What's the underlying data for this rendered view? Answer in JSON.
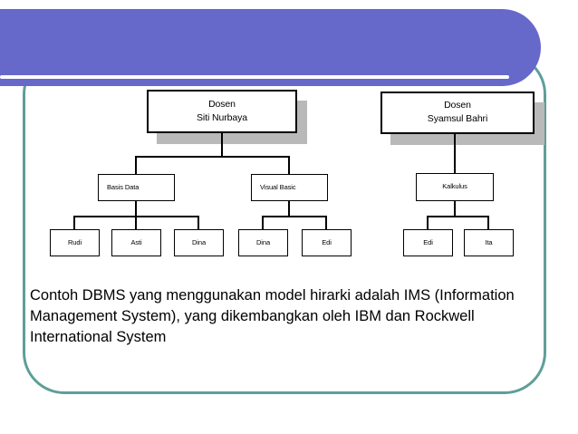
{
  "banner": {
    "color": "#6668ca",
    "stripe_color": "#ffffff"
  },
  "frame": {
    "border_color": "#5f9e99"
  },
  "diagram": {
    "type": "hierarchy-tree",
    "trees": [
      {
        "root": {
          "line1": "Dosen",
          "line2": "Siti Nurbaya"
        },
        "courses": [
          {
            "name": "Basis Data",
            "students": [
              "Rudi",
              "Asti",
              "Dina"
            ]
          },
          {
            "name": "Visual Basic",
            "students": [
              "Dina",
              "Edi"
            ]
          }
        ]
      },
      {
        "root": {
          "line1": "Dosen",
          "line2": "Syamsul Bahri"
        },
        "courses": [
          {
            "name": "Kalkulus",
            "students": [
              "Edi",
              "Ita"
            ]
          }
        ]
      }
    ]
  },
  "caption": "Contoh DBMS yang menggunakan model hirarki adalah IMS (Information\nManagement System), yang dikembangkan oleh IBM dan Rockwell\nInternational System"
}
